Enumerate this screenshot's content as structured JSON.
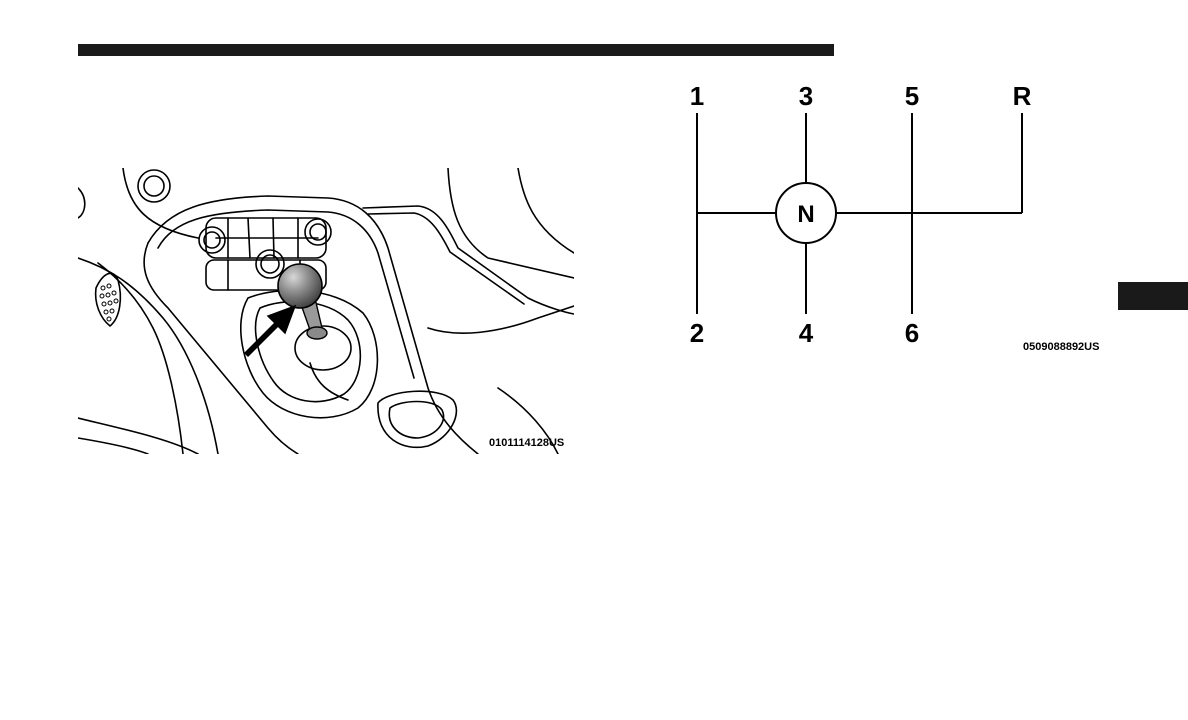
{
  "figures": {
    "console_figure": {
      "code": "0101114128US",
      "icon": "shift-knob-arrow-illustration"
    },
    "shift_pattern": {
      "code": "0509088892US",
      "neutral": "N",
      "gears_top": [
        "1",
        "3",
        "5",
        "R"
      ],
      "gears_bottom": [
        "2",
        "4",
        "6"
      ]
    }
  },
  "colors": {
    "rule": "#1a1a1a",
    "line": "#000000"
  }
}
